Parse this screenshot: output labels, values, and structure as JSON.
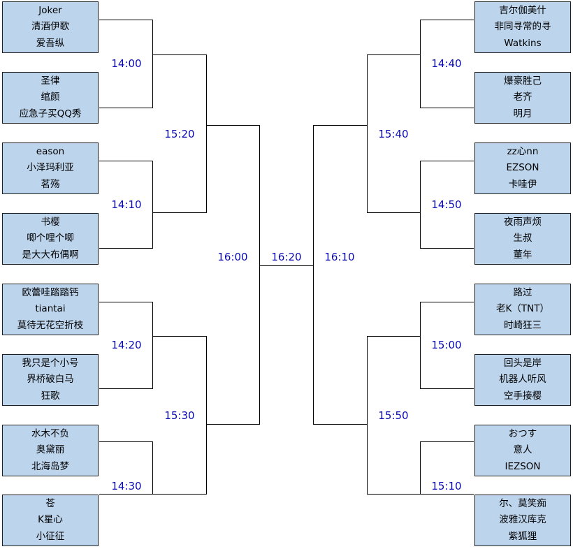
{
  "colors": {
    "box_fill": "#bcd4ec",
    "box_border": "#1f1f1f",
    "line": "#000000",
    "time_text": "#0a0ab4"
  },
  "left_teams": [
    {
      "players": [
        "Joker",
        "清酒伊歌",
        "爱吾纵"
      ]
    },
    {
      "players": [
        "圣律",
        "绾颜",
        "应急子买QQ秀"
      ]
    },
    {
      "players": [
        "eason",
        "小泽玛利亚",
        "茗殇"
      ]
    },
    {
      "players": [
        "书樱",
        "唧个哩个唧",
        "是大大布偶啊"
      ]
    },
    {
      "players": [
        "欧蕾哇踏踏钙",
        "tiantai",
        "莫待无花空折枝"
      ]
    },
    {
      "players": [
        "我只是个小号",
        "界桥破白马",
        "狂歌"
      ]
    },
    {
      "players": [
        "水木不负",
        "奥黛丽",
        "北海岛梦"
      ]
    },
    {
      "players": [
        "苍",
        "K星心",
        "小征征"
      ]
    }
  ],
  "right_teams": [
    {
      "players": [
        "吉尔伽美什",
        "非同寻常的寻",
        "Watkins"
      ]
    },
    {
      "players": [
        "爆豪胜己",
        "老齐",
        "明月"
      ]
    },
    {
      "players": [
        "zz心nn",
        "EZSON",
        "卡哇伊"
      ]
    },
    {
      "players": [
        "夜雨声烦",
        "生叔",
        "董年"
      ]
    },
    {
      "players": [
        "路过",
        "老K（TNT）",
        "时崎狂三"
      ]
    },
    {
      "players": [
        "回头是岸",
        "机器人听风",
        "空手接樱"
      ]
    },
    {
      "players": [
        "おつす",
        "意人",
        "IEZSON"
      ]
    },
    {
      "players": [
        "尔、莫笑痴",
        "波雅汉库克",
        "紫狐狸"
      ]
    }
  ],
  "left_round1_times": [
    "14:00",
    "14:10",
    "14:20",
    "14:30"
  ],
  "left_round2_times": [
    "15:20",
    "15:30"
  ],
  "left_semifinal_time": "16:00",
  "right_round1_times": [
    "14:40",
    "14:50",
    "15:00",
    "15:10"
  ],
  "right_round2_times": [
    "15:40",
    "15:50"
  ],
  "right_semifinal_time": "16:10",
  "final_time": "16:20"
}
